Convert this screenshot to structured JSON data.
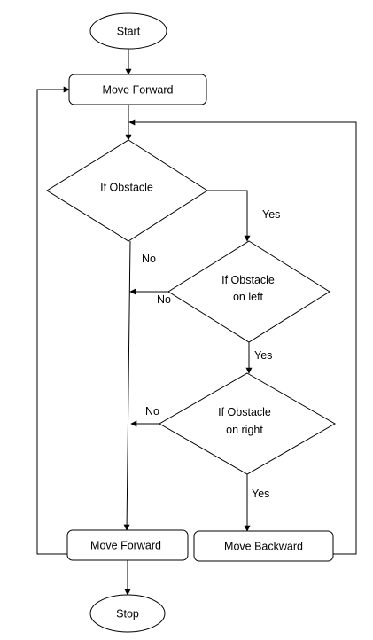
{
  "nodes": {
    "start": {
      "label": "Start"
    },
    "move_forward_top": {
      "label": "Move Forward"
    },
    "if_obstacle": {
      "label": "If Obstacle"
    },
    "if_obstacle_left": {
      "line1": "If Obstacle",
      "line2": "on left"
    },
    "if_obstacle_right": {
      "line1": "If Obstacle",
      "line2": "on right"
    },
    "move_forward_bottom": {
      "label": "Move Forward"
    },
    "move_backward": {
      "label": "Move Backward"
    },
    "stop": {
      "label": "Stop"
    }
  },
  "edges": {
    "obstacle_yes": "Yes",
    "obstacle_no": "No",
    "left_no": "No",
    "left_yes": "Yes",
    "right_no": "No",
    "right_yes": "Yes"
  }
}
